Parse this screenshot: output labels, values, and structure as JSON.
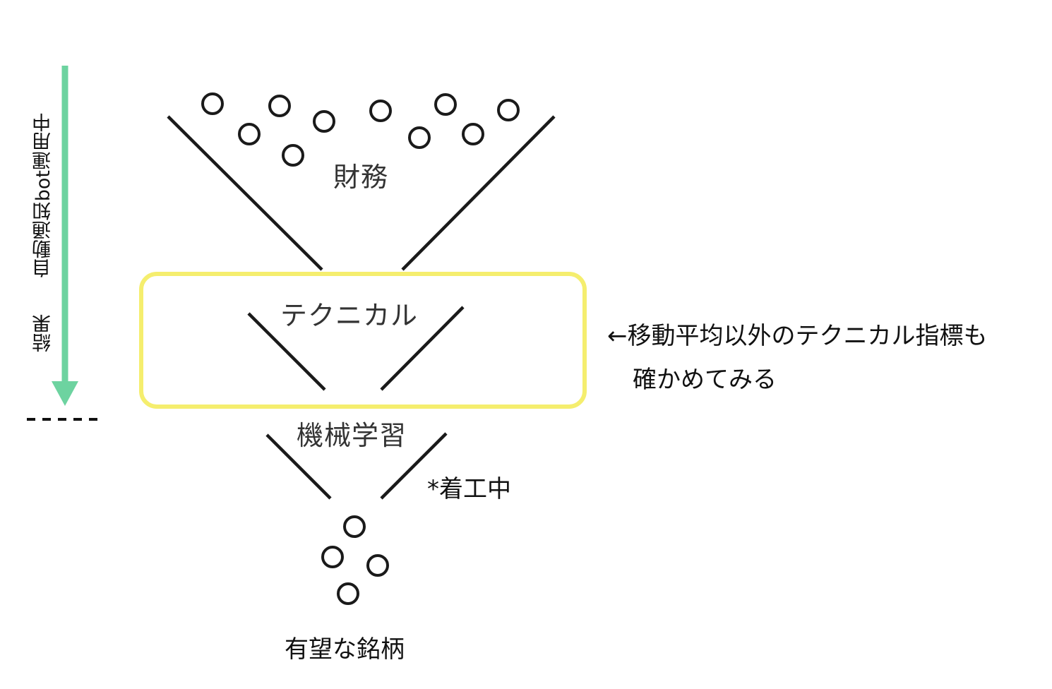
{
  "side_caption": {
    "line1": "自動通知bot運用中",
    "line2": "結果"
  },
  "stages": {
    "finance": "財務",
    "technical": "テクニカル",
    "ml": "機械学習",
    "ml_status": "*着工中",
    "result": "有望な銘柄"
  },
  "note": {
    "line1": "←移動平均以外のテクニカル指標も",
    "line2": "確かめてみる"
  },
  "colors": {
    "arrow": "#6dd3a0",
    "highlight": "#f5ee6e",
    "ink": "#1a1a1a"
  }
}
